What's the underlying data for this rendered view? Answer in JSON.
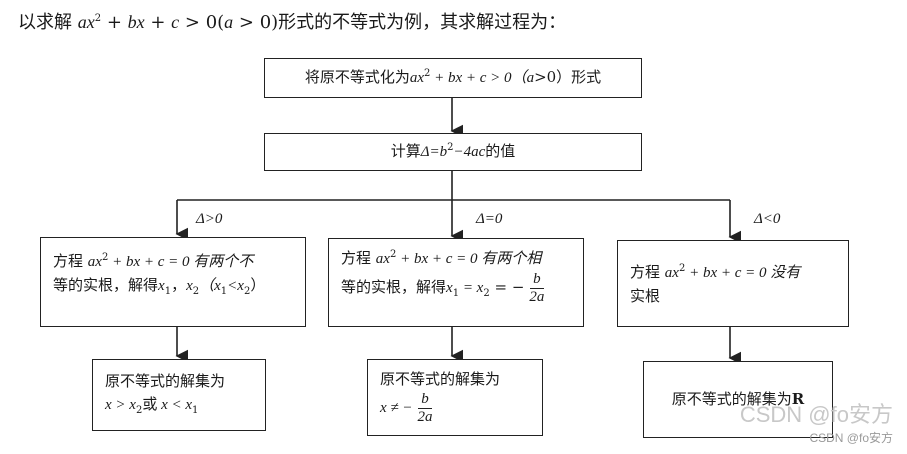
{
  "intro": {
    "prefix": "以求解 ",
    "expr_a": "ax",
    "expr_plus1": " + ",
    "expr_b": "bx",
    "expr_plus2": " + ",
    "expr_c": "c",
    "expr_gt": " > 0(",
    "expr_a2": "a",
    "expr_gt2": " > 0)",
    "suffix": "形式的不等式为例，其求解过程为："
  },
  "step1": {
    "text_before": "将原不等式化为",
    "expr": "ax",
    "expr_rest": " + bx + c > 0（",
    "cond": "a",
    "cond_rest": ">0）形式"
  },
  "step2": {
    "text_before": "计算",
    "delta": "Δ",
    "expr": "=b",
    "expr_rest": "−4ac",
    "text_after": "的值"
  },
  "branches": {
    "left_cond": "Δ>0",
    "mid_cond": "Δ=0",
    "right_cond": "Δ<0"
  },
  "left": {
    "line1_pre": "方程 ",
    "line1_expr": "ax",
    "line1_rest": " + bx + c = 0 有两个不",
    "line2_pre": "等的实根，解得",
    "line2_x1": "x",
    "line2_sep": "，",
    "line2_x2": "x",
    "line2_paren": "（x",
    "line2_lt": "<x",
    "line2_close": "）",
    "result_line1": "原不等式的解集为",
    "result_line2_a": "x > x",
    "result_line2_or": "或",
    "result_line2_b": " x < x"
  },
  "mid": {
    "line1_pre": "方程 ",
    "line1_expr": "ax",
    "line1_rest": " + bx + c = 0 有两个相",
    "line2_pre": "等的实根，解得",
    "line2_expr": "x",
    "line2_eq": " = x",
    "line2_eq2": " = −",
    "frac_num": "b",
    "frac_den": "2a",
    "result_line1": "原不等式的解集为",
    "result_pre": "x ≠ −",
    "result_num": "b",
    "result_den": "2a"
  },
  "right": {
    "line1_pre": "方程 ",
    "line1_expr": "ax",
    "line1_rest": " + bx + c = 0 没有",
    "line2": "实根",
    "result_text": "原不等式的解集为",
    "result_R": "R"
  },
  "sub1": "1",
  "sub2": "2",
  "sup2": "2",
  "watermark": {
    "big": "CSDN @fo安方",
    "small": "CSDN @fo安方"
  }
}
